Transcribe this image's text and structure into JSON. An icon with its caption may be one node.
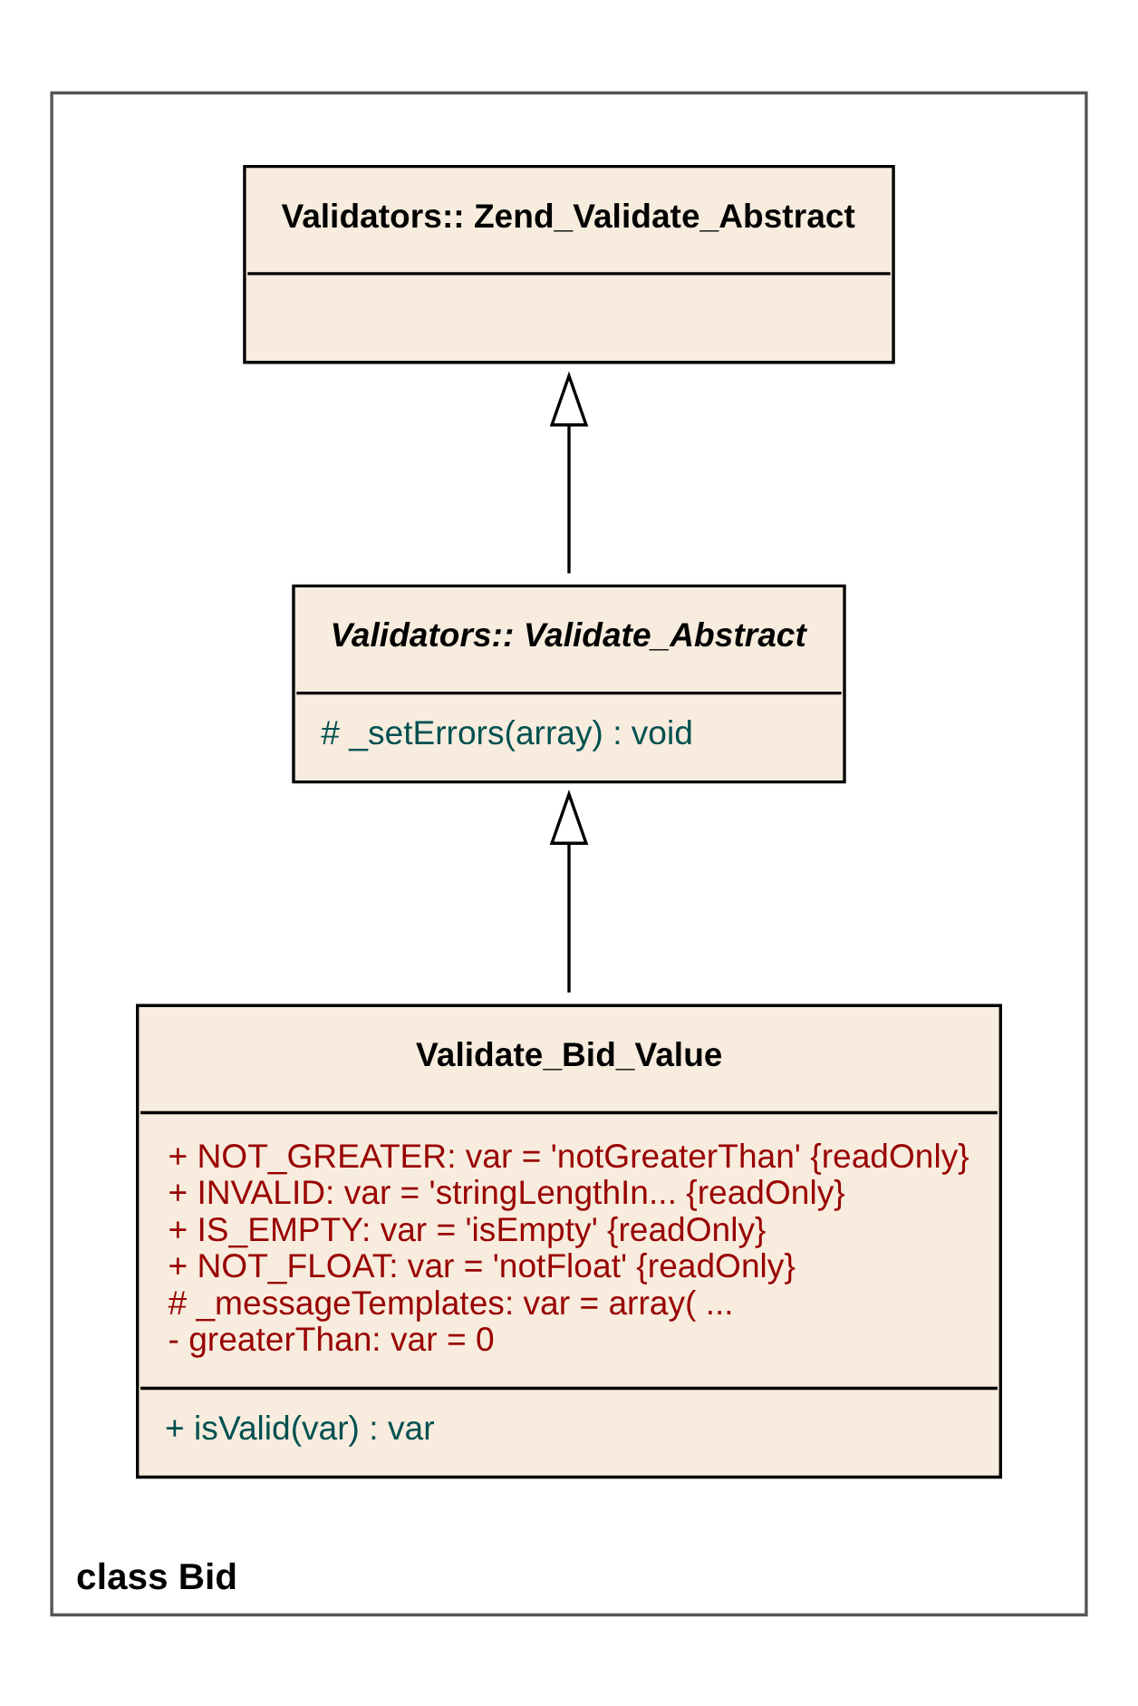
{
  "diagram": {
    "nodes": [
      {
        "text": [
          "class Bid"
        ]
      },
      {
        "text": [
          "Validators:: Zend_Validate_Abstract"
        ],
        "in": 0
      },
      {
        "text": [
          "Validators:: Validate_Abstract",
          "# _setErrors(array) : void"
        ],
        "in": 0
      },
      {
        "text": [
          "Validate_Bid_Value",
          "+ NOT_GREATER: var = 'notGreaterThan' {readOnly}",
          "+ INVALID: var = 'stringLengthIn... {readOnly}",
          "+ IS_EMPTY: var = 'isEmpty' {readOnly}",
          "+ NOT_FLOAT: var = 'notFloat' {readOnly}",
          "# _messageTemplates: var = array( ...",
          "- greaterThan: var = 0",
          "+ isValid(var) : var"
        ],
        "in": 0
      }
    ],
    "edges": [
      {
        "from": 2,
        "to": 1,
        "arrow": "to"
      },
      {
        "from": 3,
        "to": 2,
        "arrow": "to"
      }
    ]
  }
}
